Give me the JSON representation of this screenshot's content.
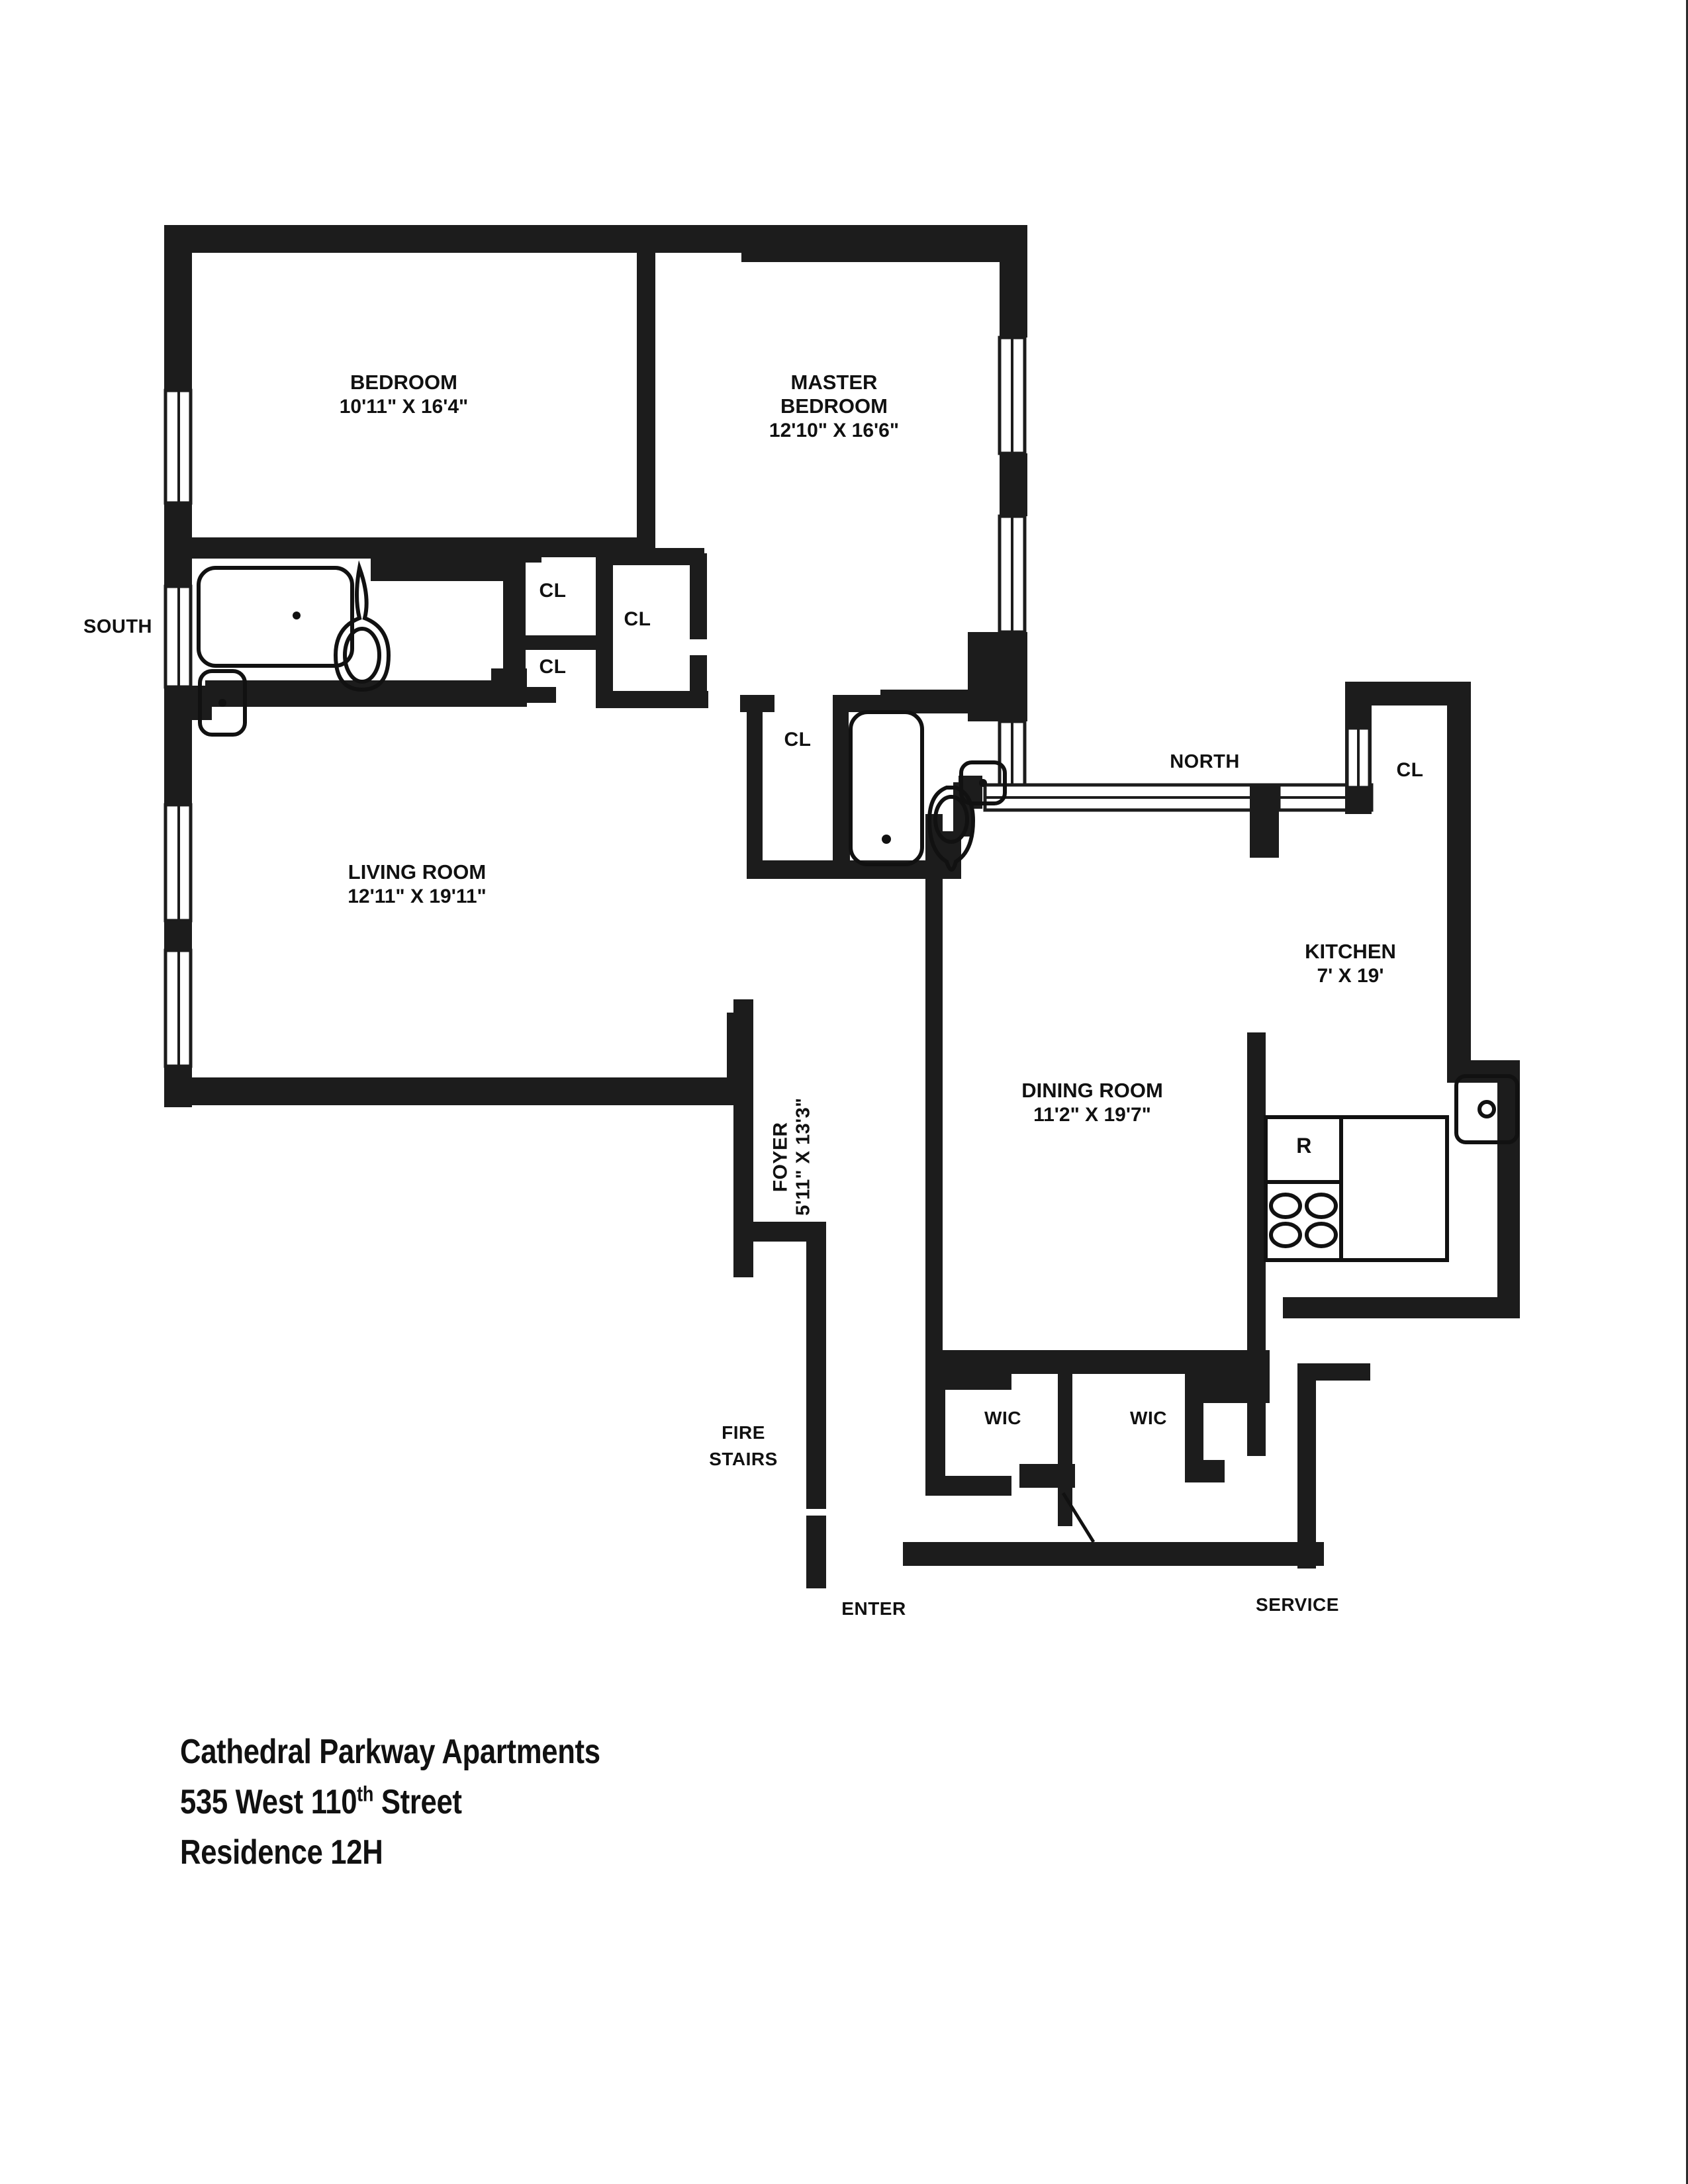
{
  "document": {
    "type": "floor-plan",
    "title_block": {
      "line1": "Cathedral Parkway Apartments",
      "line2_prefix": "535 West 110",
      "line2_sup": "th",
      "line2_suffix": " Street",
      "line3": "Residence 12H"
    }
  },
  "compass": {
    "south": "SOUTH",
    "north": "NORTH"
  },
  "rooms": [
    {
      "name": "BEDROOM",
      "dim": "10'11\" X 16'4\""
    },
    {
      "name": "MASTER\nBEDROOM",
      "line1": "MASTER",
      "line2": "BEDROOM",
      "dim": "12'10\" X 16'6\""
    },
    {
      "name": "LIVING ROOM",
      "dim": "12'11\" X 19'11\""
    },
    {
      "name": "DINING ROOM",
      "dim": "11'2\" X 19'7\""
    },
    {
      "name": "KITCHEN",
      "dim": "7' X 19'"
    },
    {
      "name": "FOYER",
      "dim": "5'11\" X 13'3\""
    }
  ],
  "closets": [
    {
      "label": "CL",
      "id": "cl-bedroom-upper"
    },
    {
      "label": "CL",
      "id": "cl-master-side"
    },
    {
      "label": "CL",
      "id": "cl-bedroom-lower"
    },
    {
      "label": "CL",
      "id": "cl-bath2"
    },
    {
      "label": "CL",
      "id": "cl-kitchen"
    }
  ],
  "walk_in_closets": [
    {
      "label": "WIC",
      "id": "wic-left"
    },
    {
      "label": "WIC",
      "id": "wic-right"
    }
  ],
  "access": {
    "fire_stairs_line1": "FIRE",
    "fire_stairs_line2": "STAIRS",
    "enter": "ENTER",
    "service": "SERVICE"
  },
  "fixtures": {
    "refrigerator": "R",
    "stove_burners": 4,
    "bathtubs": 2,
    "toilets": 2,
    "lavatories": 2,
    "kitchen_sink": 1
  },
  "colors": {
    "wall": "#1c1c1c",
    "paper": "#ffffff",
    "fixture_outline": "#111111"
  }
}
